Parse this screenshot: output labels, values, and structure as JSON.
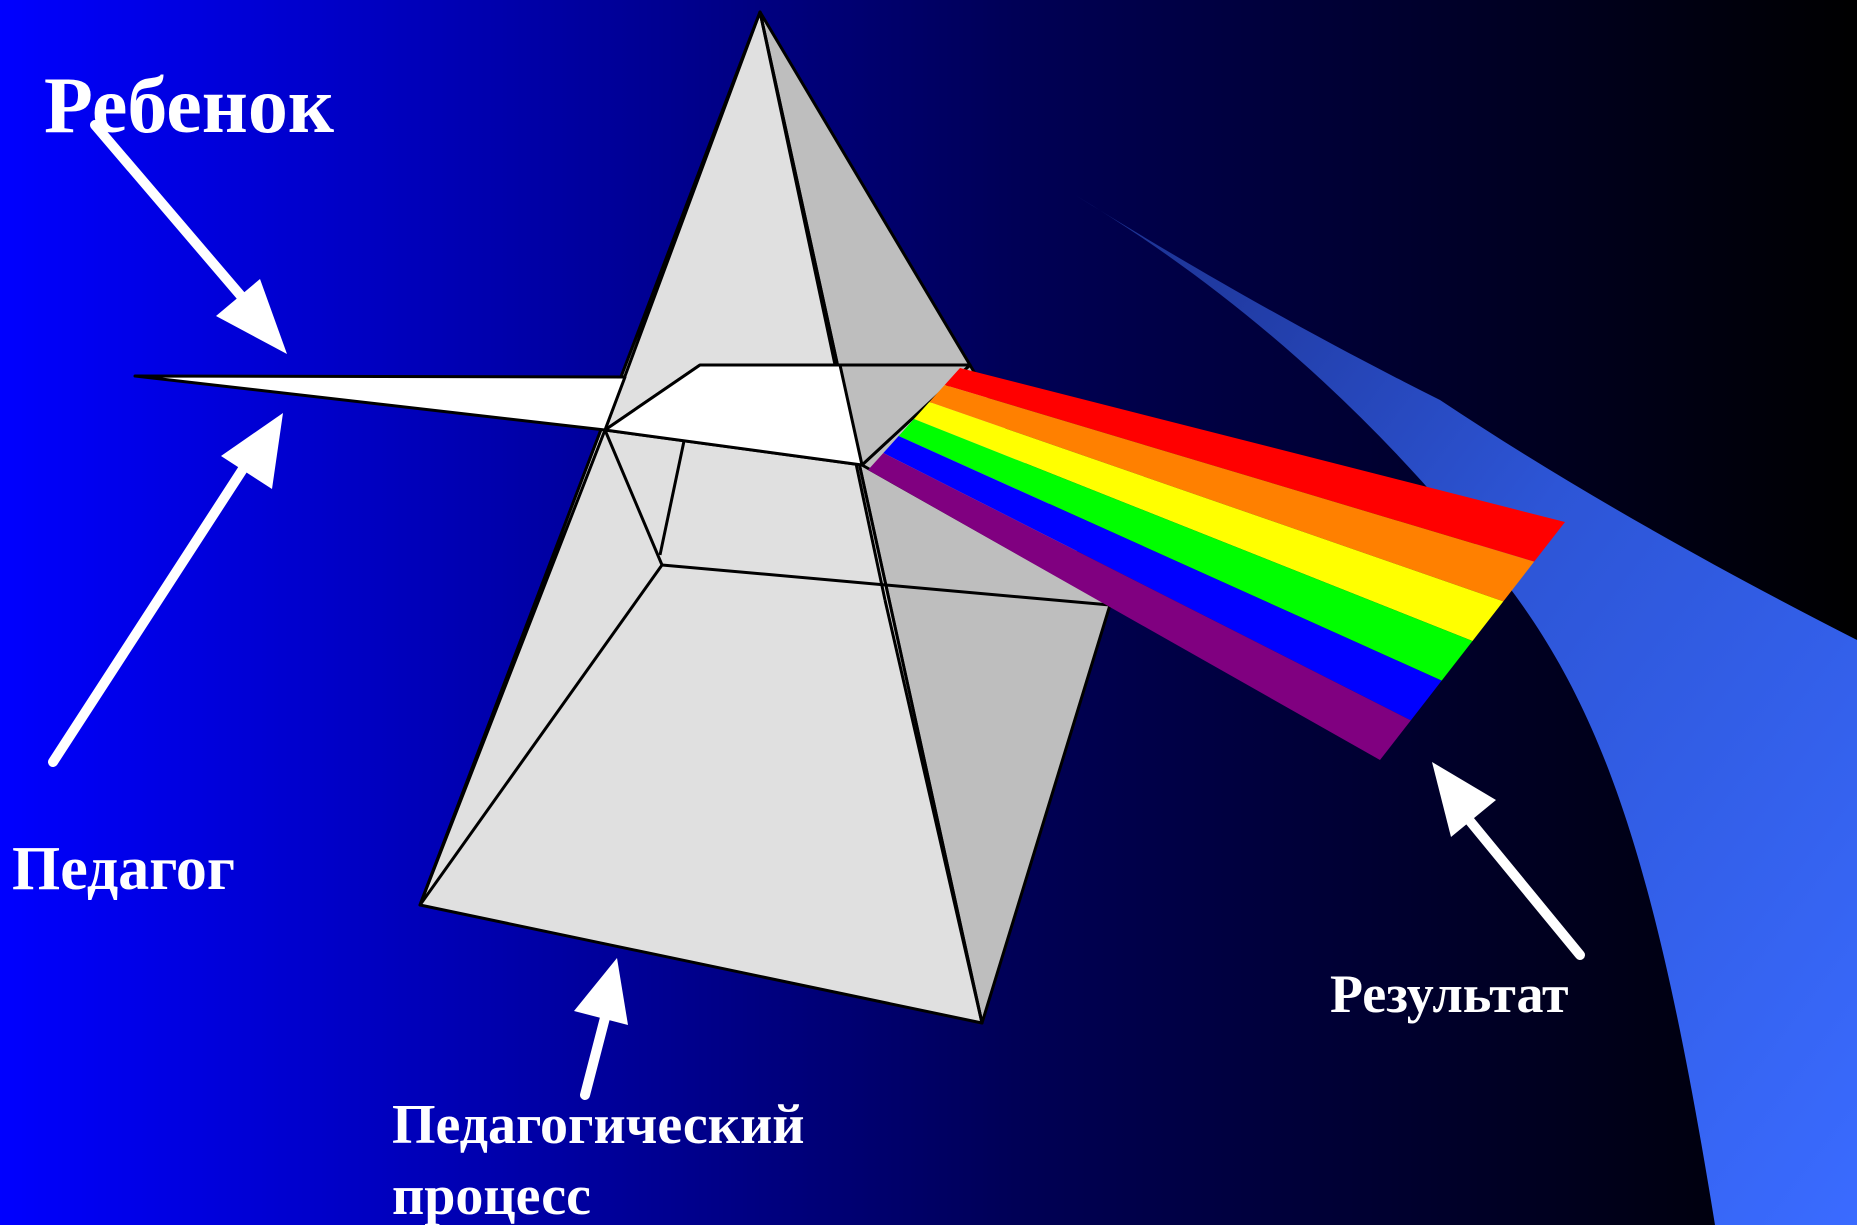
{
  "slide": {
    "background_gradient": [
      "#0000FF",
      "#000055",
      "#000000"
    ],
    "labels": {
      "child": "Ребенок",
      "teacher": "Педагог",
      "process_line1": "Педагогический",
      "process_line2": "процесс",
      "result": "Результат"
    },
    "colors": {
      "text": "#FFFFFF",
      "prism_face_light": "#E0E0E0",
      "prism_face_shaded": "#BEBEBE",
      "prism_edge": "#000000",
      "light_beam": "#FFFFFF",
      "arrow": "#FFFFFF",
      "swoosh": "#3366FF"
    },
    "spectrum": [
      "#FF0000",
      "#FF8000",
      "#FFFF00",
      "#00FF00",
      "#0000FF",
      "#800080"
    ]
  }
}
